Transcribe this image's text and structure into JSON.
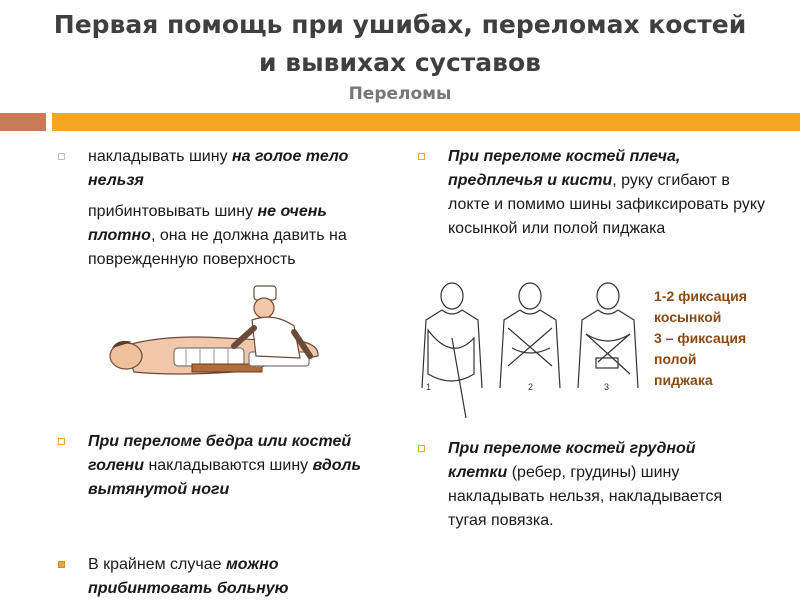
{
  "title_line1": "Первая помощь при ушибах, переломах костей",
  "title_line2": "и вывихах суставов",
  "subtitle": "Переломы",
  "colors": {
    "accent_orange": "#f5a623",
    "accent_brown": "#c97b55",
    "legend_text": "#8a4a14"
  },
  "left_col": {
    "item1": {
      "plain1": "накладывать шину ",
      "bold1": "на голое тело нельзя"
    },
    "item2": {
      "plain1": "прибинтовывать шину ",
      "bold1": "не очень плотно",
      "plain2": ", она не должна давить на поврежденную поверхность"
    },
    "item3": {
      "bold1": "При переломе бедра или костей голени",
      "plain1": " накладываются шину ",
      "bold2": "вдоль вытянутой ноги"
    },
    "item4": {
      "plain1": "В крайнем случае ",
      "bold1": "можно прибинтовать больную"
    }
  },
  "right_col": {
    "item1": {
      "bold1": "При переломе костей плеча, предплечья и кисти",
      "plain1": ", руку сгибают в локте  и помимо шины зафиксировать руку косынкой или полой пиджака"
    },
    "item2": {
      "bold1": "При переломе костей грудной клетки",
      "plain1": " (ребер, грудины) шину накладывать нельзя, накладывается тугая повязка."
    }
  },
  "figure_numbers": [
    "1",
    "2",
    "3"
  ],
  "legend": {
    "line1": "1-2 фиксация",
    "line2": "косынкой",
    "line3": "3 – фиксация",
    "line4": "полой",
    "line5": "пиджака"
  }
}
